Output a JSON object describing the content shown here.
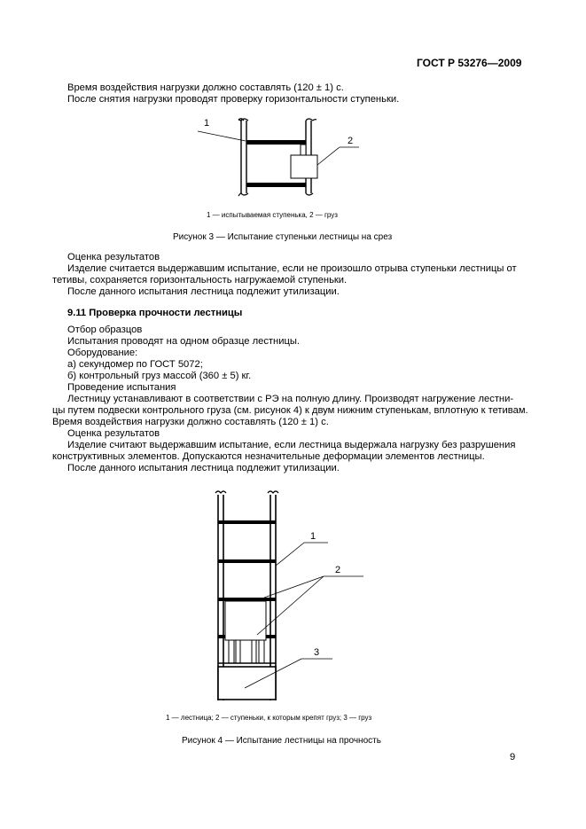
{
  "header": {
    "doc_id": "ГОСТ Р 53276—2009"
  },
  "block1": {
    "l1": "Время воздействия нагрузки должно составлять (120 ± 1) с.",
    "l2": "После снятия нагрузки проводят проверку горизонтальности ступеньки."
  },
  "fig3": {
    "callouts": [
      "1",
      "2"
    ],
    "legend": "1 — испытываемая ступенька, 2 — груз",
    "caption": "Рисунок 3 — Испытание ступеньки лестницы на срез"
  },
  "block2": {
    "l1": "Оценка результатов",
    "p1a": "Изделие считается выдержавшим испытание, если не произошло отрыва ступеньки лестницы от",
    "p1b": "тетивы, сохраняется горизонтальность нагружаемой ступеньки.",
    "l2": "После данного испытания лестница подлежит утилизации."
  },
  "section": {
    "title": "9.11 Проверка прочности лестницы"
  },
  "block3": {
    "l1": "Отбор образцов",
    "l2": "Испытания проводят на одном образце лестницы.",
    "l3": "Оборудование:",
    "l4": "а) секундомер по ГОСТ 5072;",
    "l5": "б) контрольный груз массой (360 ± 5) кг.",
    "l6": "Проведение испытания",
    "p1a": "Лестницу устанавливают в соответствии с РЭ на полную длину. Производят нагружение лестни-",
    "p1b": "цы путем подвески контрольного груза (см. рисунок 4) к двум нижним ступенькам, вплотную к тетивам.",
    "p1c": "Время воздействия нагрузки должно составлять (120 ± 1) с.",
    "l7": "Оценка результатов",
    "p2a": "Изделие считают выдержавшим испытание, если лестница выдержала нагрузку без разрушения",
    "p2b": "конструктивных элементов. Допускаются незначительные деформации элементов лестницы.",
    "l8": "После данного испытания лестница подлежит утилизации."
  },
  "fig4": {
    "callouts": [
      "1",
      "2",
      "3"
    ],
    "legend": "1 — лестница; 2 — ступеньки, к которым крепят груз; 3 — груз",
    "caption": "Рисунок 4 — Испытание лестницы на прочность"
  },
  "footer": {
    "page_number": "9"
  }
}
